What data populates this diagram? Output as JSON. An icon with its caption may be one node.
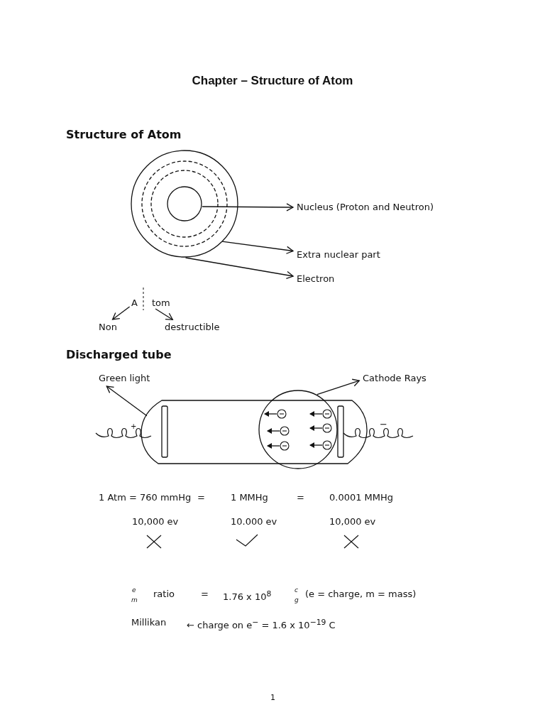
{
  "diagram": {
    "title": "Chapter – Structure of Atom",
    "nodes": [
      {
        "text": [],
        "shape": "circle"
      },
      {
        "text": [],
        "shape": "circle",
        "in": 0
      },
      {
        "text": [],
        "shape": "circle",
        "in": 1
      },
      {
        "text": [],
        "shape": "circle",
        "in": 2
      },
      {
        "text": [
          "Nucleus (Proton and Neutron)"
        ]
      },
      {
        "text": [
          "Extra nuclear part"
        ]
      },
      {
        "text": [
          "Electron"
        ]
      },
      {
        "text": [
          "A"
        ]
      },
      {
        "text": [
          "tom"
        ]
      },
      {
        "text": [
          "Non"
        ]
      },
      {
        "text": [
          "destructible"
        ]
      },
      {
        "text": [],
        "shape": "tube",
        "beside": [
          "+",
          "−"
        ]
      },
      {
        "text": [
          "Green light"
        ]
      },
      {
        "text": [],
        "shape": "circle"
      },
      {
        "text": [
          "Cathode Rays"
        ]
      }
    ],
    "edges": [
      {
        "from": 3,
        "to": 4,
        "arrow": "to"
      },
      {
        "from": 0,
        "to": 5,
        "arrow": "to"
      },
      {
        "from": 0,
        "to": 6,
        "arrow": "to"
      },
      {
        "from": 7,
        "to": 9,
        "arrow": "to"
      },
      {
        "from": 8,
        "to": 10,
        "arrow": "to"
      },
      {
        "from": 11,
        "to": 12,
        "arrow": "to"
      },
      {
        "from": 13,
        "to": 14,
        "arrow": "to"
      }
    ],
    "labels": [
      "Structure of Atom",
      "Discharged tube",
      "1 Atm = 760 mmHg",
      "=",
      "1 MMHg",
      "=",
      "0.0001 MMHg",
      "10,000 ev",
      "10.000 ev",
      "10,000 ev",
      "e",
      "m",
      "ratio",
      "=",
      "1.76 x 10$^{8}$",
      "c",
      "g",
      "(e = charge, m = mass)",
      "Millikan",
      "← charge on e$^{−}$ = 1.6 x 10$^{−19}$ C",
      "1"
    ]
  }
}
